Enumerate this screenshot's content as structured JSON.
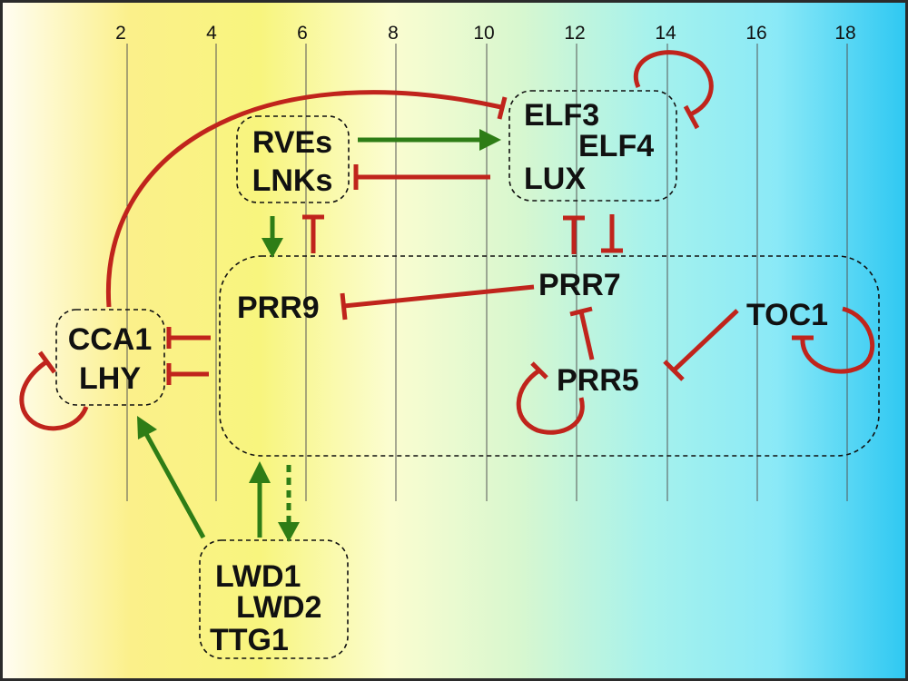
{
  "colors": {
    "activation": "#2e7d16",
    "repression": "#c0241c",
    "grid": "#555555",
    "box_border": "#111111",
    "frame": "#2b2b2b",
    "bg_gradient": [
      "#fffdf2",
      "#fbf08a",
      "#f8f57e",
      "#fbfdd0",
      "#d8f7cf",
      "#a7f2ec",
      "#8ae9f7",
      "#2fc8f2"
    ]
  },
  "axis": {
    "ticks": [
      {
        "label": "2"
      },
      {
        "label": "4"
      },
      {
        "label": "6"
      },
      {
        "label": "8"
      },
      {
        "label": "10"
      },
      {
        "label": "12"
      },
      {
        "label": "14"
      },
      {
        "label": "16"
      },
      {
        "label": "18"
      }
    ]
  },
  "groups": {
    "rves_lnks": [
      "RVEs",
      "LNKs"
    ],
    "elf_lux": [
      "ELF3",
      "ELF4",
      "LUX"
    ],
    "cca1_lhy": [
      "CCA1",
      "LHY"
    ],
    "lwd_ttg": [
      "LWD1",
      "LWD2",
      "TTG1"
    ]
  },
  "prr_genes": {
    "prr9": "PRR9",
    "prr7": "PRR7",
    "prr5": "PRR5",
    "toc1": "TOC1"
  },
  "interactions": [
    {
      "name": "cca1-represses-elf3",
      "type": "repression"
    },
    {
      "name": "elf3-self-repression",
      "type": "repression"
    },
    {
      "name": "rves-activates-elf",
      "type": "activation"
    },
    {
      "name": "lux-represses-lnks",
      "type": "repression"
    },
    {
      "name": "rves-activates-prr9",
      "type": "activation"
    },
    {
      "name": "prr-represses-lnks",
      "type": "repression"
    },
    {
      "name": "prr7-represses-elf",
      "type": "repression"
    },
    {
      "name": "elf-represses-prr7",
      "type": "repression"
    },
    {
      "name": "prr7-represses-prr9",
      "type": "repression"
    },
    {
      "name": "prr-represses-cca1",
      "type": "repression"
    },
    {
      "name": "prr-represses-lhy",
      "type": "repression"
    },
    {
      "name": "cca1-self-repression",
      "type": "repression"
    },
    {
      "name": "prr5-represses-prr7",
      "type": "repression"
    },
    {
      "name": "prr5-self-repression",
      "type": "repression"
    },
    {
      "name": "toc1-represses-prr5",
      "type": "repression"
    },
    {
      "name": "toc1-self-repression",
      "type": "repression"
    },
    {
      "name": "lwd-activates-lhy",
      "type": "activation"
    },
    {
      "name": "lwd-activates-prr",
      "type": "activation"
    },
    {
      "name": "prr-activates-lwd-dashed",
      "type": "activation"
    }
  ]
}
